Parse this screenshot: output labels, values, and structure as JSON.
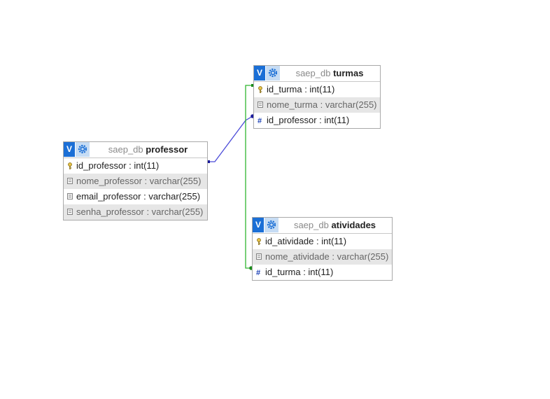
{
  "colors": {
    "relation_professor_turmas": "#4a4ad8",
    "relation_turmas_atividades": "#2fb52f",
    "header_button": "#1b6fd6",
    "header_button_light": "#c6dcf4",
    "alt_row": "#e6e6e6"
  },
  "tables": {
    "professor": {
      "db": "saep_db",
      "name": "professor",
      "columns": [
        {
          "text": "id_professor : int(11)",
          "icon": "key-icon"
        },
        {
          "text": "nome_professor : varchar(255)",
          "icon": "column-icon"
        },
        {
          "text": "email_professor : varchar(255)",
          "icon": "column-icon"
        },
        {
          "text": "senha_professor : varchar(255)",
          "icon": "column-icon"
        }
      ]
    },
    "turmas": {
      "db": "saep_db",
      "name": "turmas",
      "columns": [
        {
          "text": "id_turma : int(11)",
          "icon": "key-icon"
        },
        {
          "text": "nome_turma : varchar(255)",
          "icon": "column-icon"
        },
        {
          "text": "id_professor : int(11)",
          "icon": "index-icon"
        }
      ]
    },
    "atividades": {
      "db": "saep_db",
      "name": "atividades",
      "columns": [
        {
          "text": "id_atividade : int(11)",
          "icon": "key-icon"
        },
        {
          "text": "nome_atividade : varchar(255)",
          "icon": "column-icon"
        },
        {
          "text": "id_turma : int(11)",
          "icon": "index-icon"
        }
      ]
    }
  },
  "header_button_letter": "V"
}
